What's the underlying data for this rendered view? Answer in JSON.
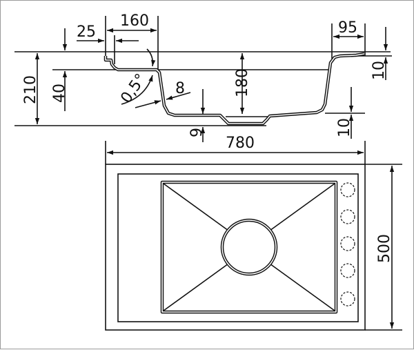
{
  "title": "Sink technical drawing",
  "section_view": {
    "dimensions": {
      "rim_offset": "25",
      "shelf_width": "160",
      "right_rim": "95",
      "total_height": "210",
      "shelf_depth": "40",
      "angle": "0,5°",
      "wall_thickness": "8",
      "bowl_depth": "180",
      "bottom_offset": "9",
      "rim_thickness": "10",
      "bottom_thickness": "10"
    }
  },
  "plan_view": {
    "dimensions": {
      "width": "780",
      "depth": "500"
    },
    "tap_hole_count": 5
  }
}
